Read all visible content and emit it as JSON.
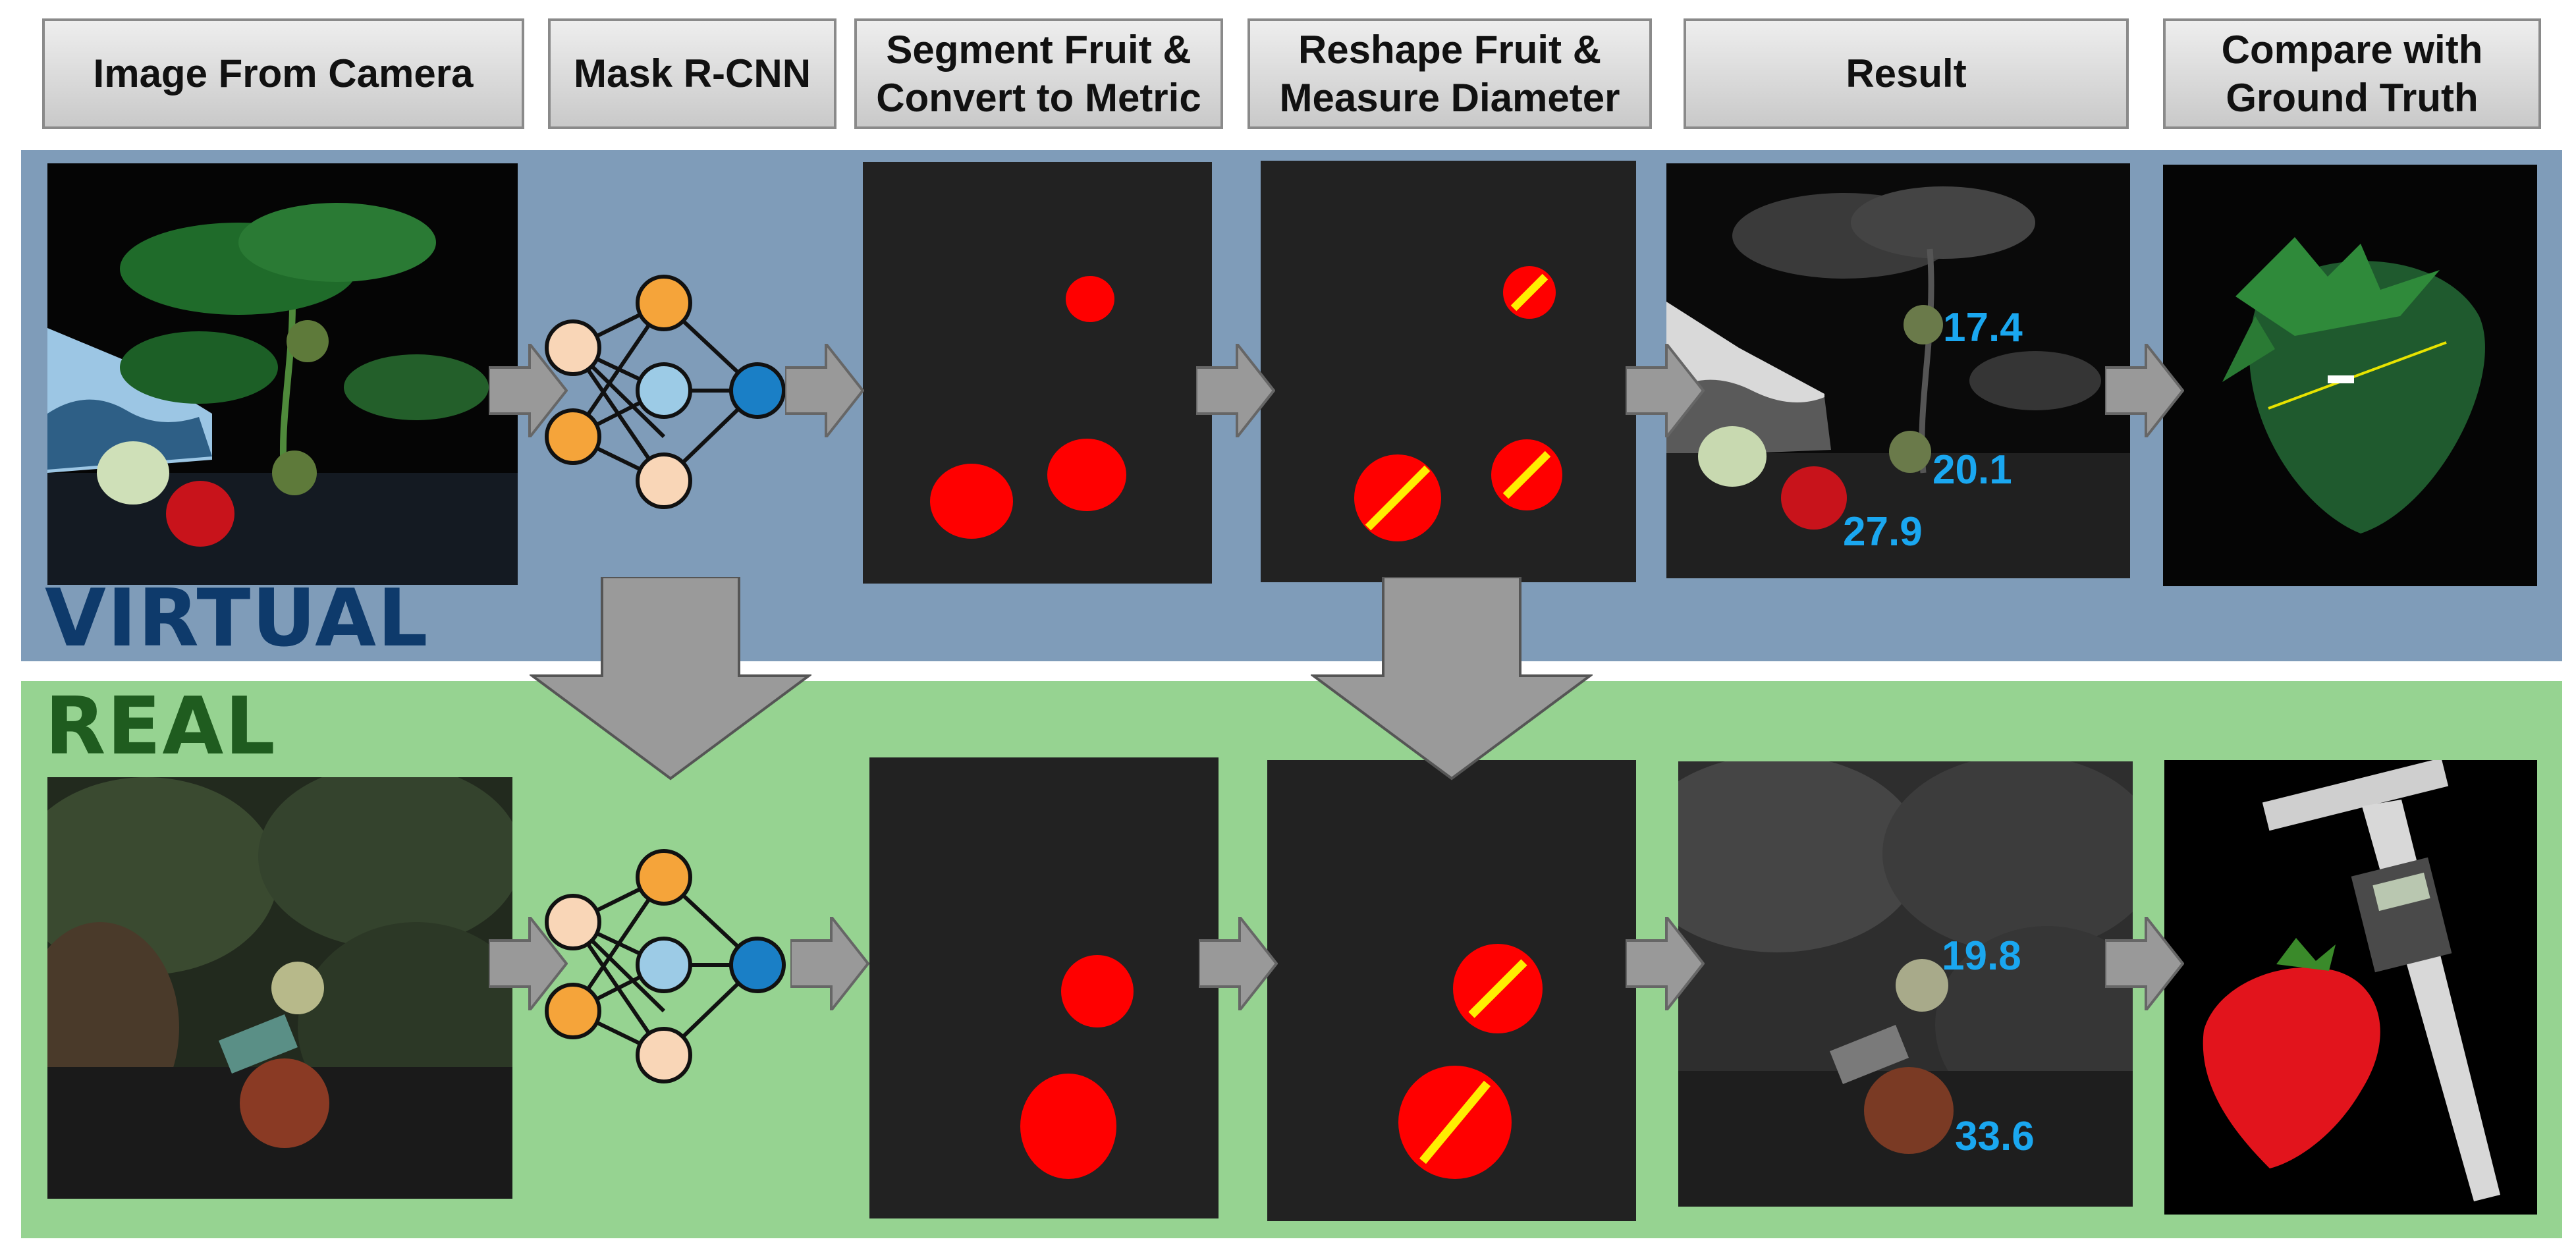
{
  "headers": [
    "Image From Camera",
    "Mask R-CNN",
    "Segment Fruit & Convert to Metric",
    "Reshape Fruit & Measure Diameter",
    "Result",
    "Compare with Ground Truth"
  ],
  "bands": {
    "virtual": "VIRTUAL",
    "real": "REAL"
  },
  "virtual_results": [
    "17.4",
    "20.1",
    "27.9"
  ],
  "real_results": [
    "19.8",
    "33.6"
  ],
  "colors": {
    "virtual_band": "#7f9cb9",
    "real_band": "#96d391",
    "virtual_label": "#0e3a6b",
    "real_label": "#1f5c1f",
    "mask_red": "#ff0000",
    "diameter_yellow": "#ffee00",
    "result_text": "#1aa7f0",
    "nn_input": "#f9d6b7",
    "nn_hidden_orange": "#f5a43a",
    "nn_hidden_blue": "#9ccbe6",
    "nn_output": "#1a7fc6"
  }
}
